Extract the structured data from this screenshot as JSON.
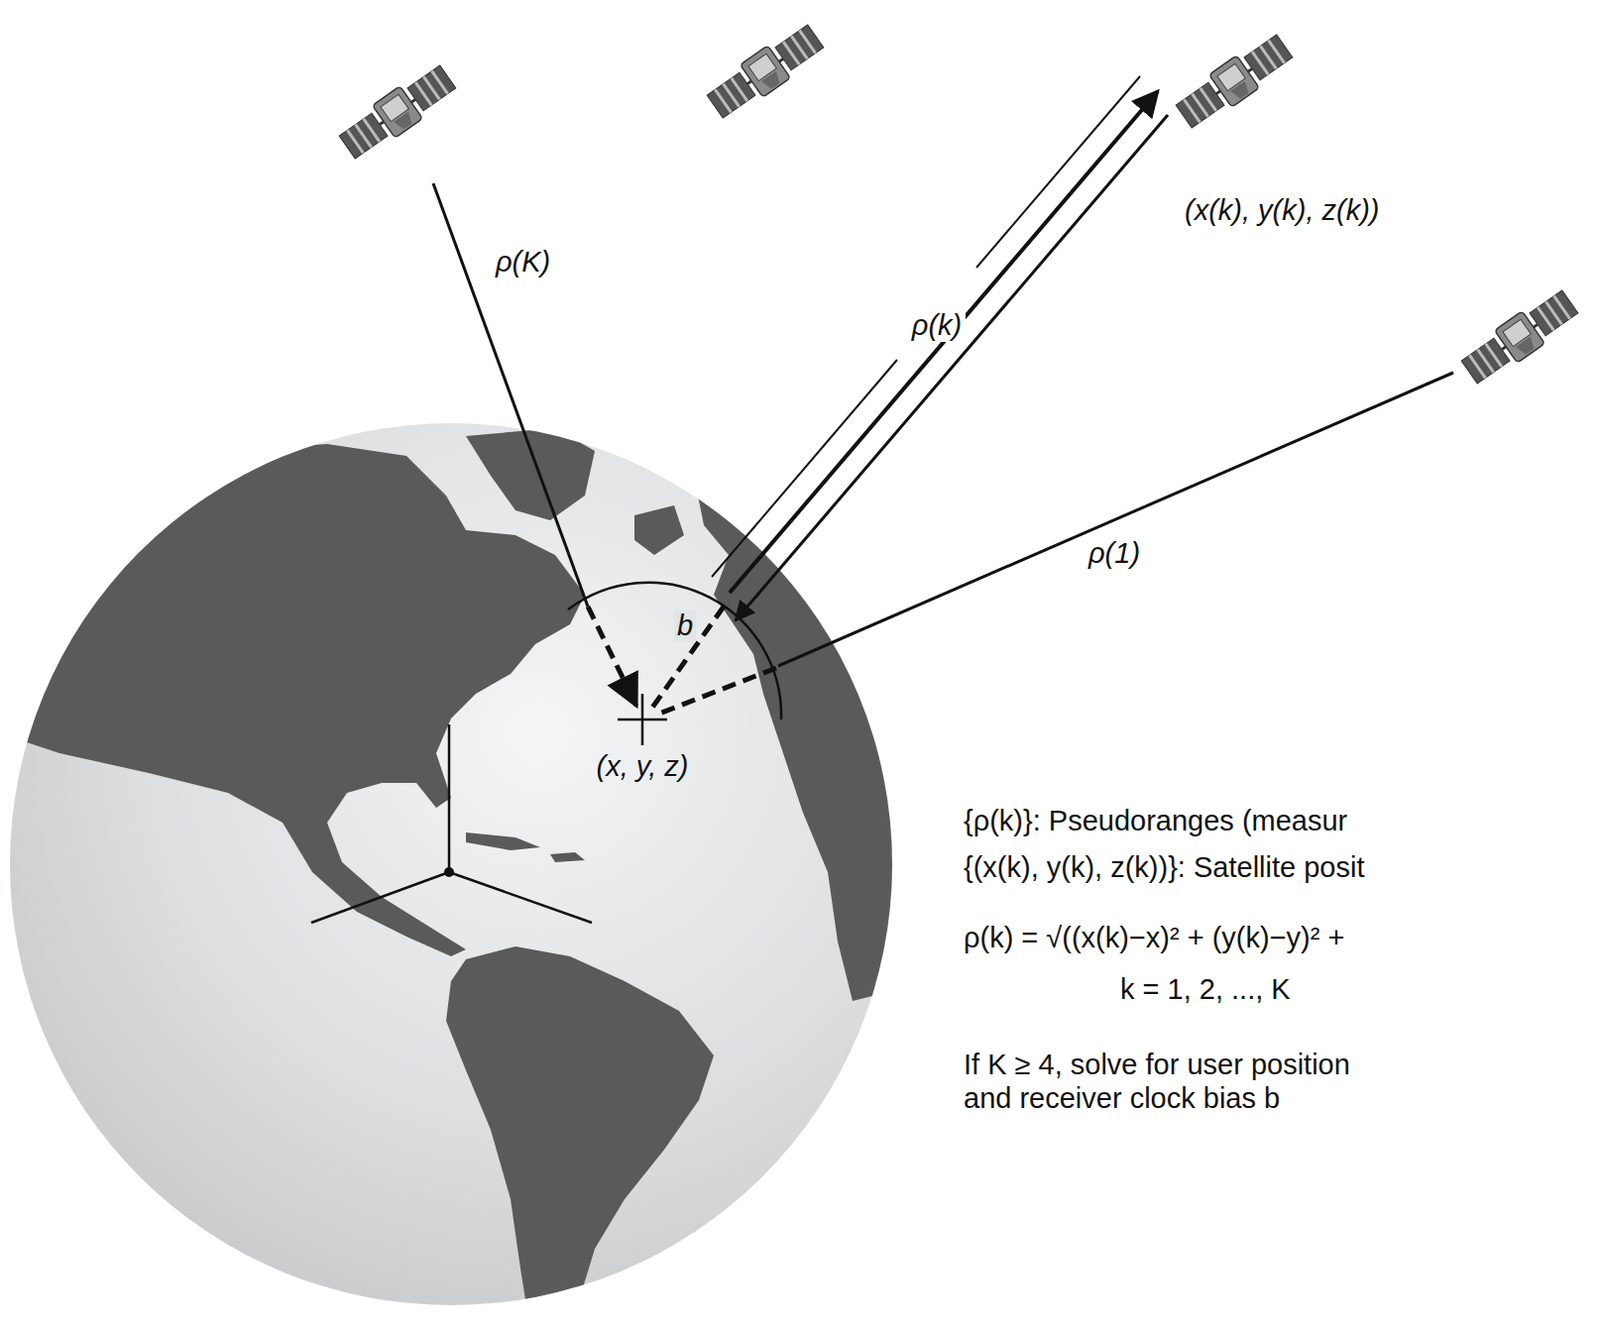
{
  "diagram": {
    "labels": [
      "ρ(K)",
      "(x(k), y(k), z(k))",
      "ρ(k)",
      "ρ(1)",
      "b",
      "(x, y, z)",
      "{ρ(k)}: Pseudoranges (measur",
      "{(x(k), y(k), z(k))}: Satellite posit",
      "ρ(k) = √((x(k)−x)² + (y(k)−y)² +",
      "k = 1, 2, ..., K",
      "If K ≥ 4, solve for user position",
      "and receiver clock bias b"
    ]
  }
}
